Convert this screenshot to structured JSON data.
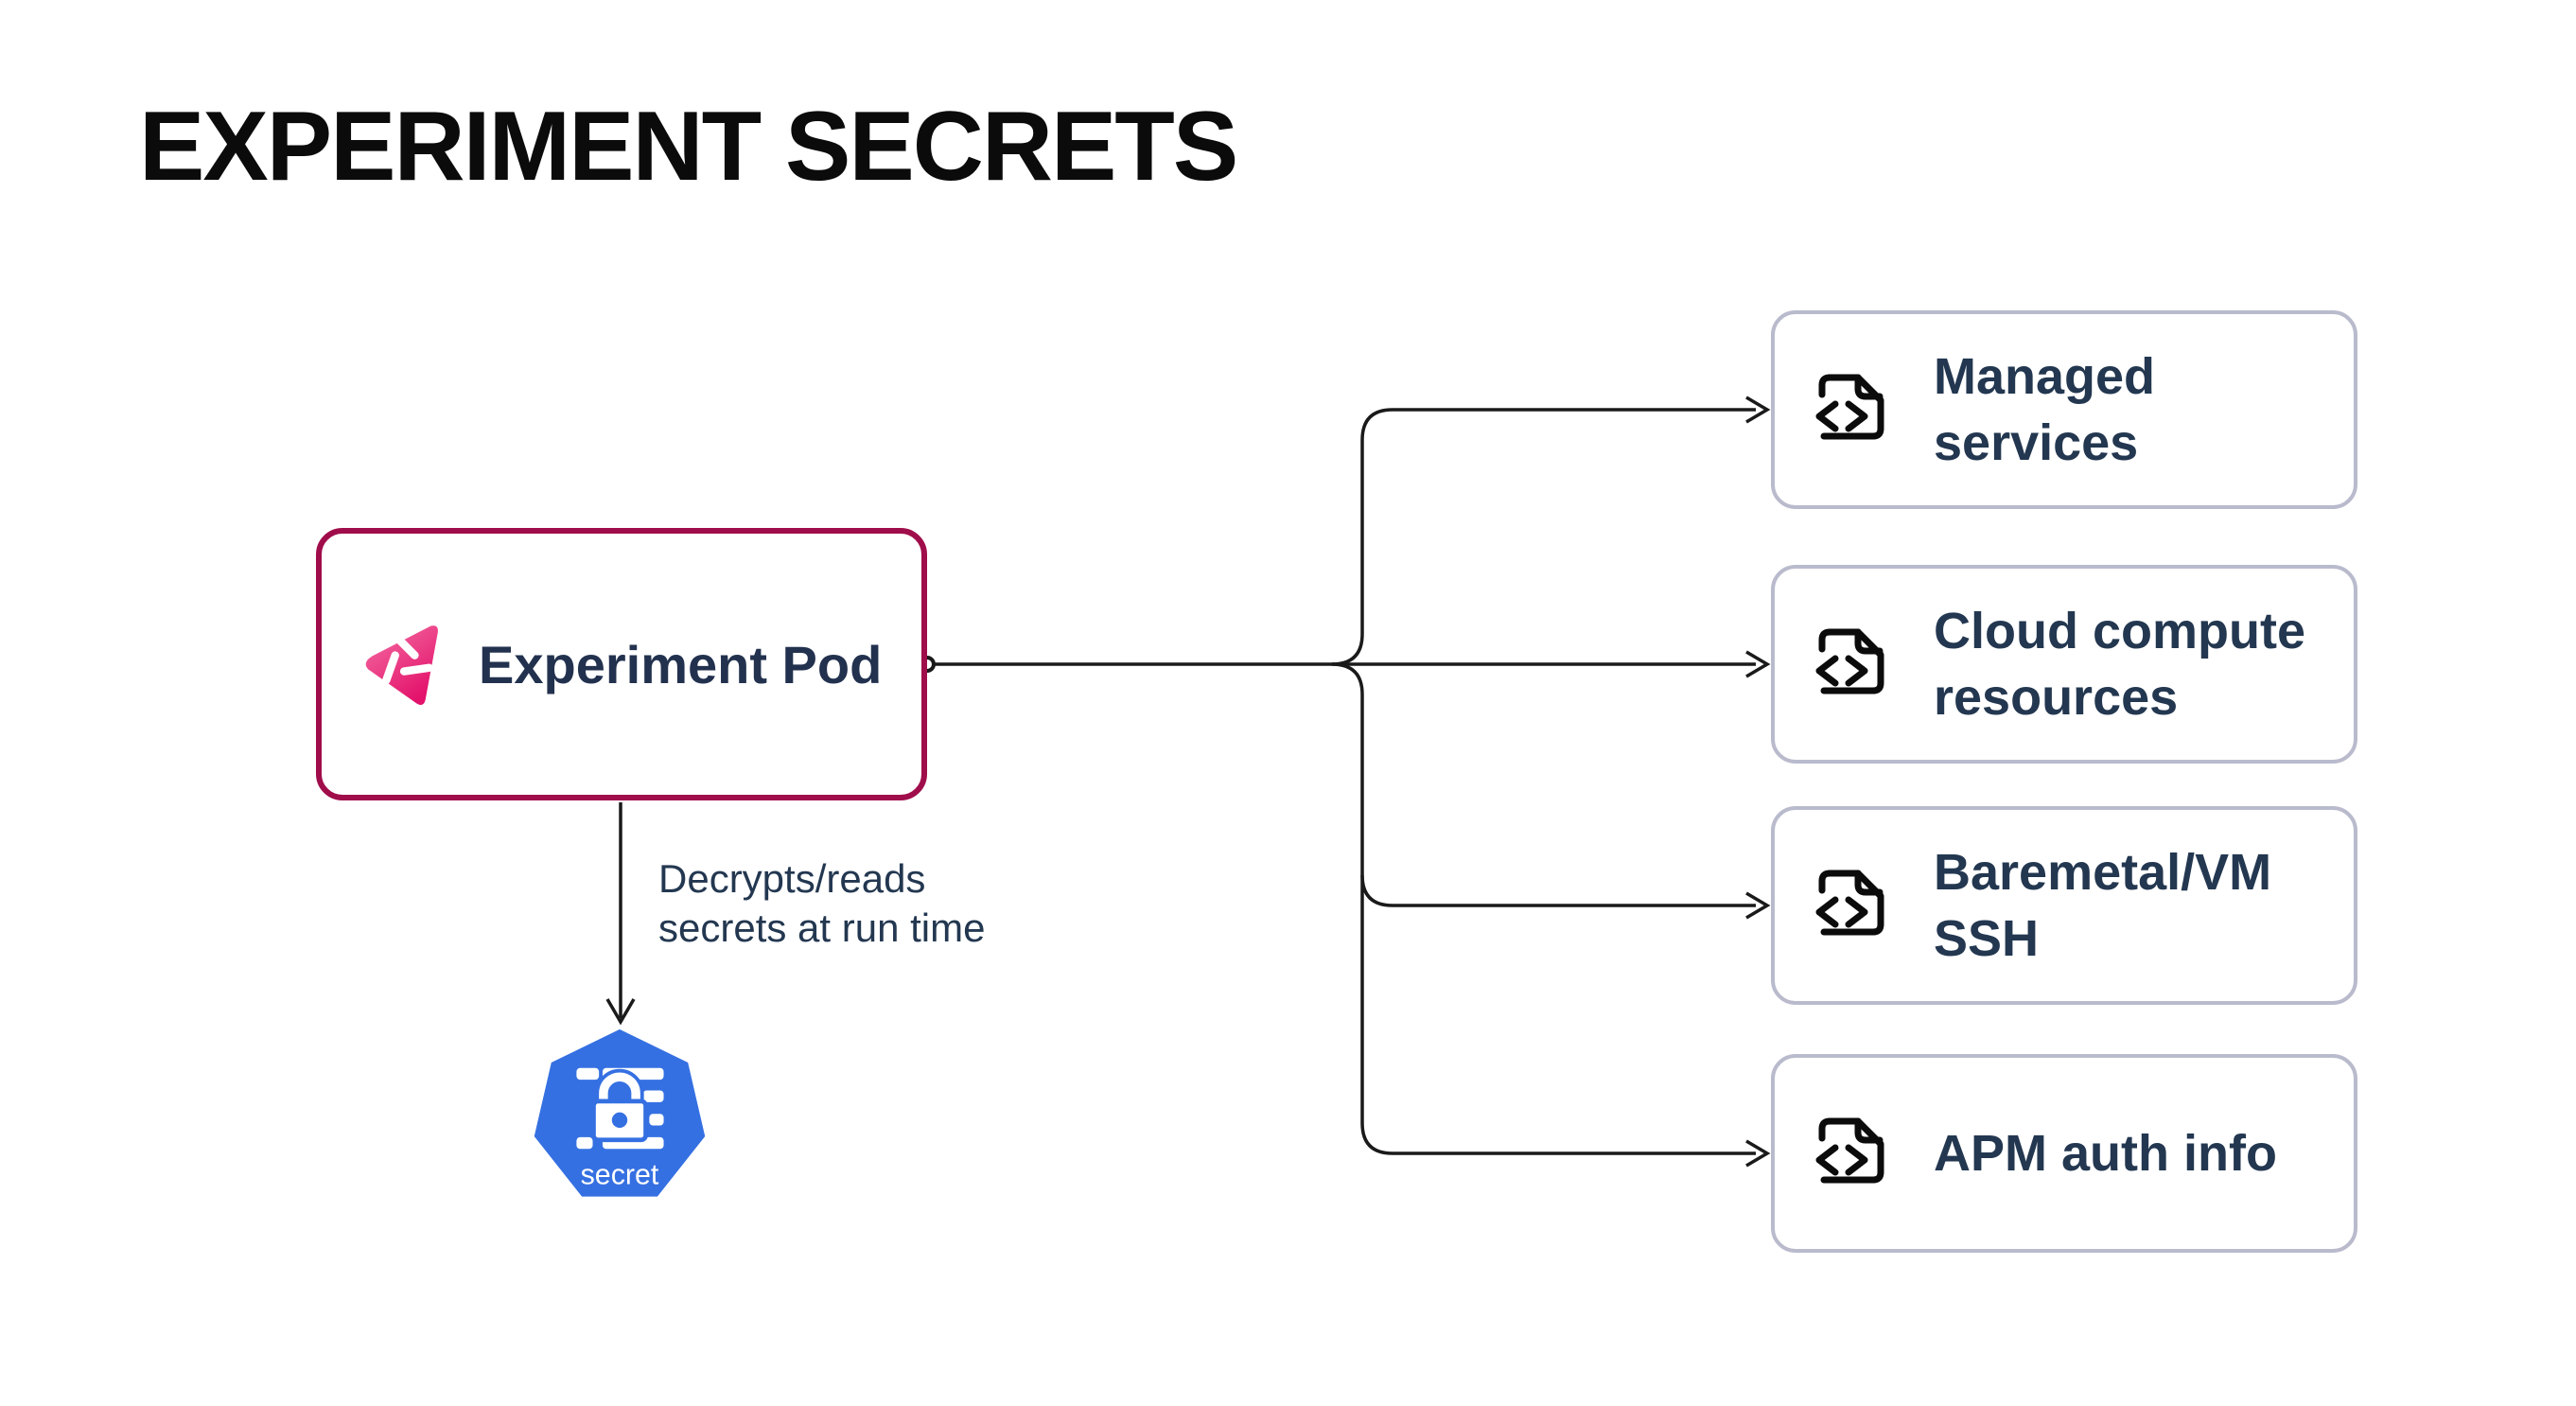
{
  "page": {
    "title": "EXPERIMENT SECRETS"
  },
  "pod": {
    "label": "Experiment Pod",
    "icon": "litmus-chaos-logo"
  },
  "edge": {
    "annotation": "Decrypts/reads secrets at run time"
  },
  "secret": {
    "label": "secret",
    "icon": "kubernetes-secret-heptagon"
  },
  "targets": [
    {
      "label": "Managed services",
      "icon": "code-file"
    },
    {
      "label": "Cloud compute resources",
      "icon": "code-file"
    },
    {
      "label": "Baremetal/VM SSH",
      "icon": "code-file"
    },
    {
      "label": "APM auth info",
      "icon": "code-file"
    }
  ],
  "colors": {
    "pod_border": "#A00D4B",
    "target_border": "#B9BBCD",
    "text_navy": "#233750",
    "title_black": "#0b0b0b",
    "connector_black": "#1a1a1a",
    "kubernetes_blue": "#3570E2",
    "logo_pink_light": "#F571A5",
    "logo_pink_dark": "#E3126B"
  }
}
